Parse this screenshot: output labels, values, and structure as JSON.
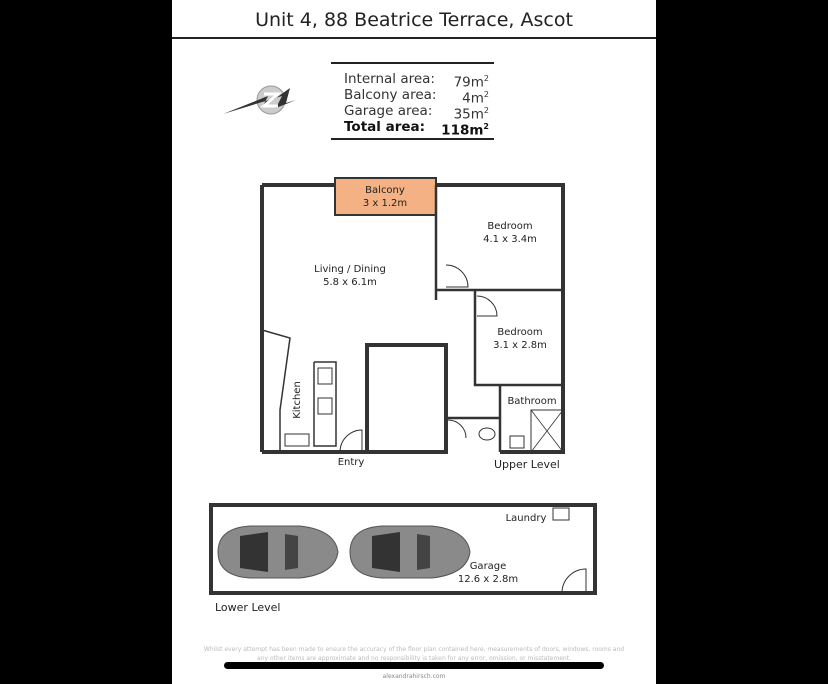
{
  "title": "Unit 4, 88 Beatrice Terrace, Ascot",
  "areas": [
    {
      "label": "Internal area:",
      "value": "79m",
      "unit_sup": "2"
    },
    {
      "label": "Balcony area:",
      "value": "4m",
      "unit_sup": "2"
    },
    {
      "label": "Garage area:",
      "value": "35m",
      "unit_sup": "2"
    }
  ],
  "total": {
    "label": "Total area:",
    "value": "118m",
    "unit_sup": "2"
  },
  "compass_icon": "north-arrow-compass",
  "rooms": {
    "balcony": {
      "name": "Balcony",
      "size": "3 x 1.2m"
    },
    "bedroom1": {
      "name": "Bedroom",
      "size": "4.1 x 3.4m"
    },
    "living": {
      "name": "Living / Dining",
      "size": "5.8 x 6.1m"
    },
    "bedroom2": {
      "name": "Bedroom",
      "size": "3.1 x 2.8m"
    },
    "bathroom": {
      "name": "Bathroom"
    },
    "kitchen": {
      "name": "Kitchen"
    },
    "entry": {
      "name": "Entry"
    },
    "laundry": {
      "name": "Laundry"
    },
    "garage": {
      "name": "Garage",
      "size": "12.6 x 2.8m"
    }
  },
  "levels": {
    "upper": "Upper Level",
    "lower": "Lower Level"
  },
  "colors": {
    "balcony": "#f4b183",
    "walls": "#333333",
    "floor": "#ffffff",
    "background": "#000000"
  },
  "disclaimer": "Whilst every attempt has been made to ensure the accuracy of the floor plan contained here, measurements of doors, windows, rooms and any other items are approximate and no responsibility is taken for any error, omission, or misstatement.",
  "website": "alexandrahirsch.com"
}
